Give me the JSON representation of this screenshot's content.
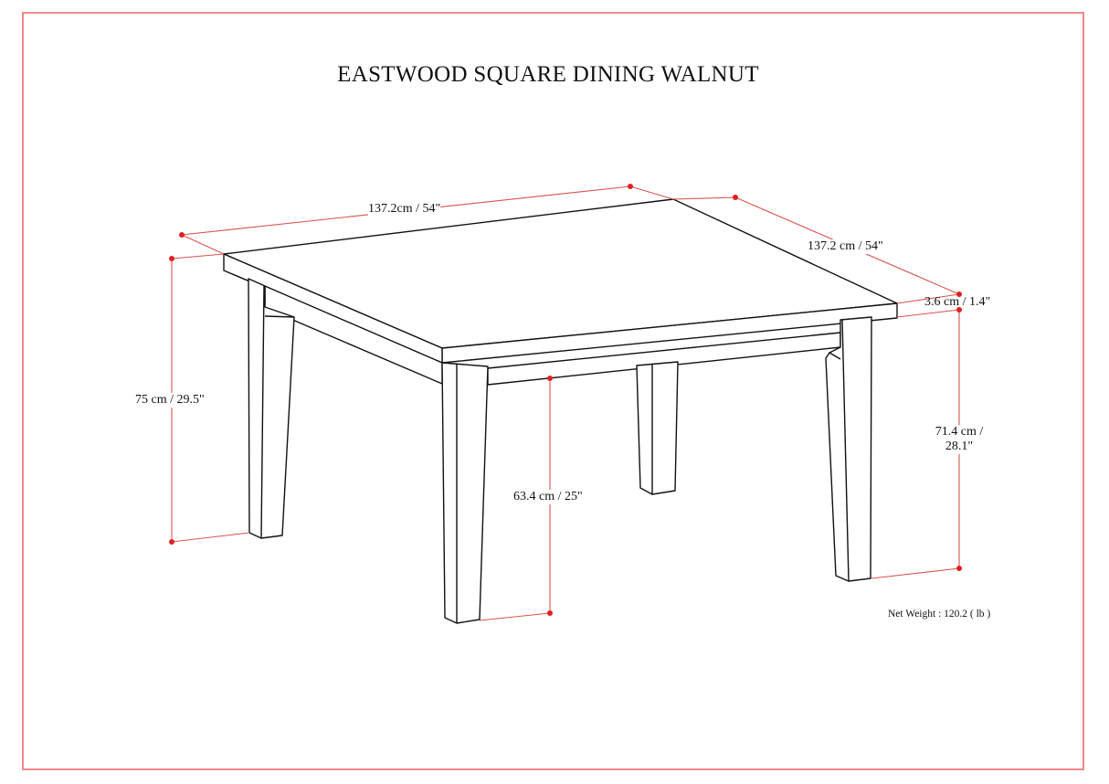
{
  "title": "EASTWOOD SQUARE DINING WALNUT",
  "dimensions": {
    "width": "137.2cm / 54\"",
    "depth": "137.2 cm / 54\"",
    "top_thickness": "3.6 cm / 1.4\"",
    "overall_height": "75 cm / 29.5\"",
    "leg_height_line1": "71.4 cm /",
    "leg_height_line2": "28.1\"",
    "clearance_height": "63.4 cm / 25\""
  },
  "net_weight": "Net Weight : 120.2 ( lb )",
  "colors": {
    "frame": "#f08a8a",
    "dimension_line": "#d9534f",
    "dimension_dot": "#e02020",
    "drawing_line": "#111111"
  }
}
